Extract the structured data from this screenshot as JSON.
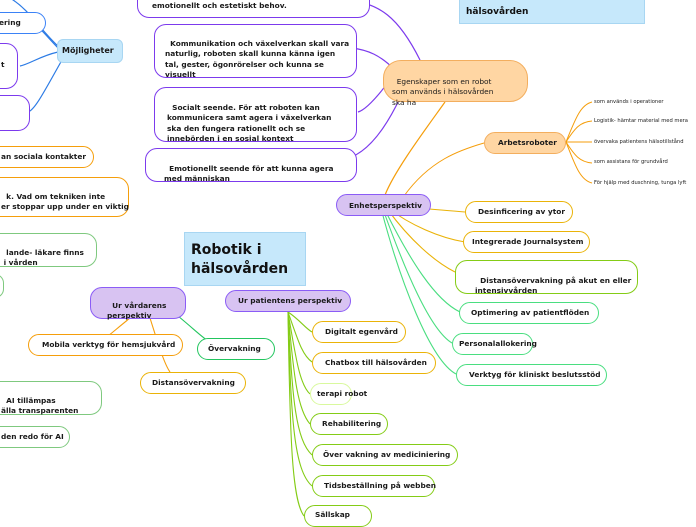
{
  "root": {
    "title": "Robotik i hälsovården"
  },
  "top_right_title": "hälsovården",
  "possibilities": {
    "label": "Möjligheter",
    "items": [
      "ering",
      "t",
      "an sociala kontakter",
      "k. Vad om tekniken inte\ner stoppar upp under en viktig",
      "lande- läkare finns\n i vården",
      "AI tillämpas\nälla transparenten",
      "den redo för AI"
    ]
  },
  "properties": {
    "label": "Egenskaper som en robot\nsom används i hälsovården\nska ha",
    "items": [
      "emotionellt och estetiskt behov.",
      "Kommunikation och växelverkan skall vara\nnaturlig, roboten skall kunna känna igen\ntal, gester, ögonrörelser och kunna se\nvisuellt",
      "Socialt seende. För att roboten kan\nkommunicera samt agera i växelverkan\nska den fungera rationellt och se\ninnebörden i en sosial kontext",
      "Emotionellt seende för att kunna agera\nmed människan"
    ]
  },
  "unit": {
    "label": "Enhetsperspektiv",
    "work_robots": {
      "label": "Arbetsroboter",
      "items": [
        "som används i operationer",
        "Logistik- hämtar material med mera",
        "övervaka patientens hälsotillstånd",
        "som assistans för grundvård",
        "För hjälp med duschning, tunga lyft"
      ]
    },
    "items": [
      "Desinficering av ytor",
      "Integrerade Journalsystem",
      "Distansövervakning på akut en eller\nintensivvården",
      "Optimering av patientflöden",
      "Personalallokering",
      "Verktyg för kliniskt beslutsstöd"
    ]
  },
  "care": {
    "label": "Ur vårdarens\nperspektiv",
    "items": [
      "Mobila verktyg för hemsjukvård",
      "Övervakning",
      "Distansövervakning"
    ]
  },
  "patient": {
    "label": "Ur patientens perspektiv",
    "items": [
      "Digitalt egenvård",
      "Chatbox till hälsovården",
      "terapi robot",
      "Rehabilitering",
      "Över vakning av mediciniering",
      "Tidsbeställning på webben",
      "Sällskap"
    ]
  }
}
